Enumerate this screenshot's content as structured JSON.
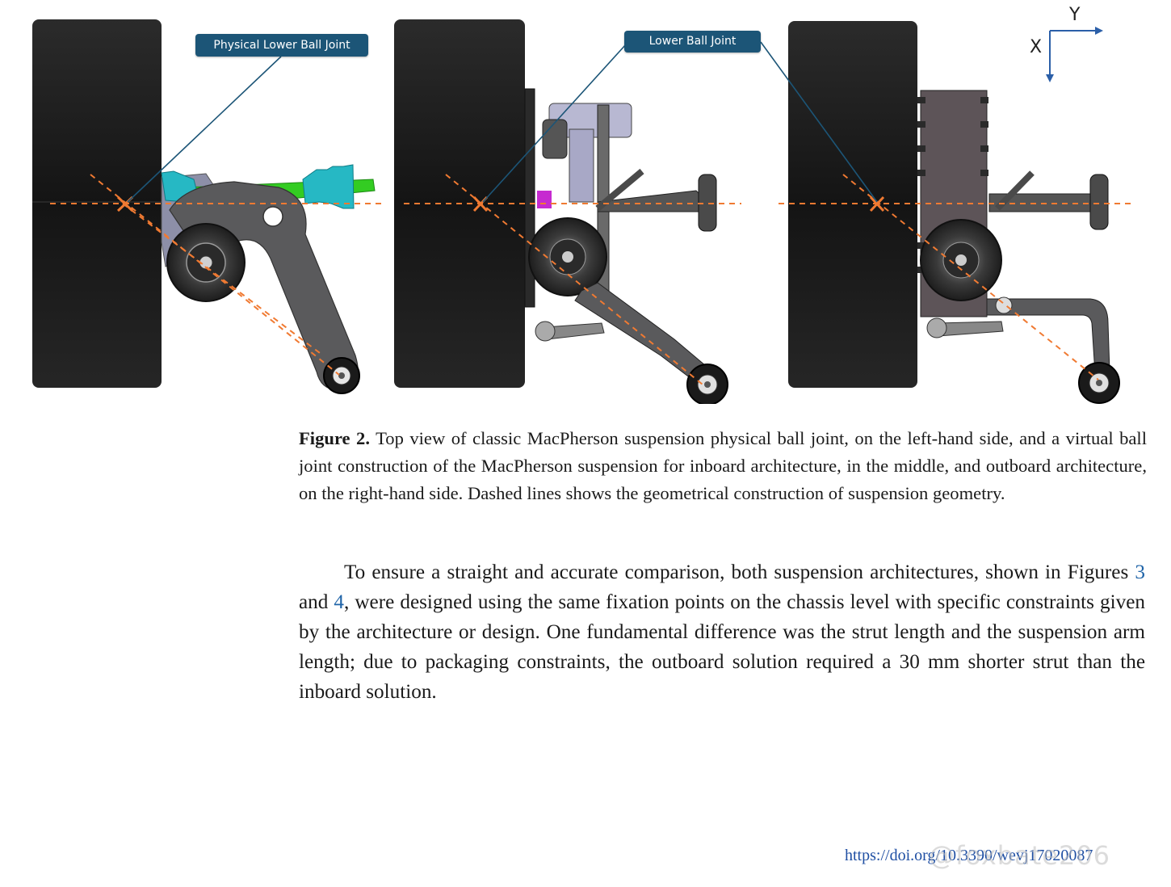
{
  "figure": {
    "callouts": {
      "physical": "Physical Lower Ball Joint",
      "virtual": "Lower Ball Joint"
    },
    "axes": {
      "y": "Y",
      "x": "X"
    },
    "colors": {
      "tire": "#151515",
      "callout": "#1c5577",
      "dashed_line": "#f07a32",
      "arm": "#5a5a5c",
      "driveshaft": "#33cc22",
      "boot": "#26b8c4"
    }
  },
  "caption": {
    "label": "Figure 2.",
    "text": "Top view of classic MacPherson suspension physical ball joint, on the left-hand side, and a virtual ball joint construction of the MacPherson suspension for inboard architecture, in the middle, and outboard architecture, on the right-hand side. Dashed lines shows the geometrical construction of suspension geometry."
  },
  "body": {
    "part1": "To ensure a straight and accurate comparison, both suspension architectures, shown in Figures ",
    "ref1": "3",
    "part2": " and ",
    "ref2": "4",
    "part3": ", were designed using the same fixation points on the chassis level with specific constraints given by the architecture or design. One fundamental difference was the strut length and the suspension arm length; due to packaging constraints, the outboard solution required a 30 mm shorter strut than the inboard solution."
  },
  "footer": {
    "doi": "https://doi.org/10.3390/wevj17020087",
    "watermark": "@foxbate206"
  }
}
